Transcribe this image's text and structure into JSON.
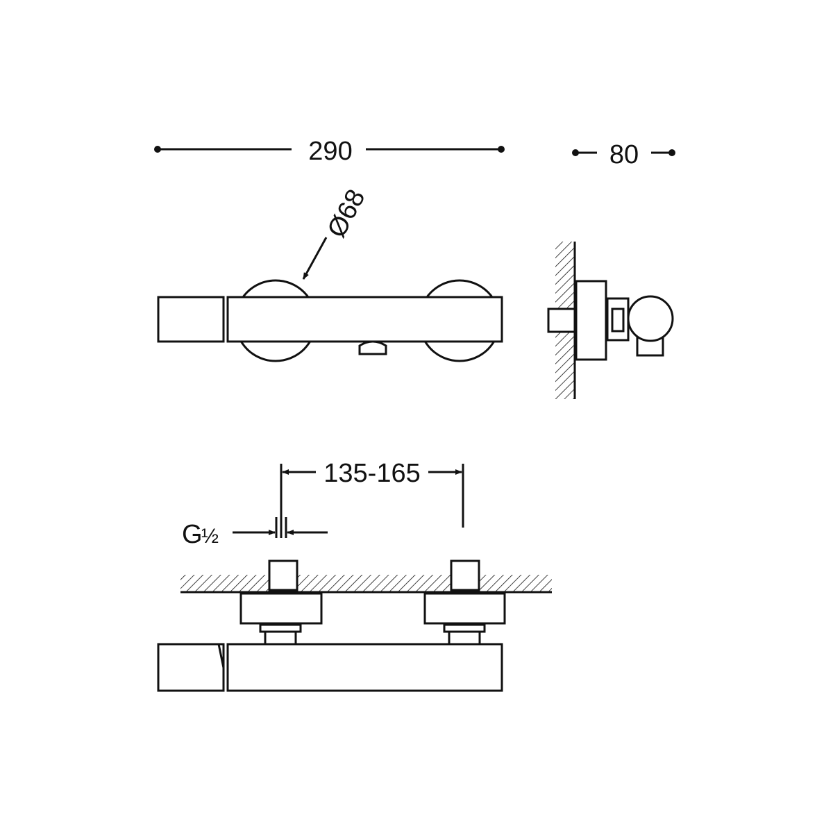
{
  "dimensions": {
    "total_length": "290",
    "depth": "80",
    "diameter": "Ø68",
    "centers": "135-165",
    "thread": "G",
    "thread_fraction": "½"
  },
  "colors": {
    "line": "#111111",
    "background": "#ffffff"
  }
}
